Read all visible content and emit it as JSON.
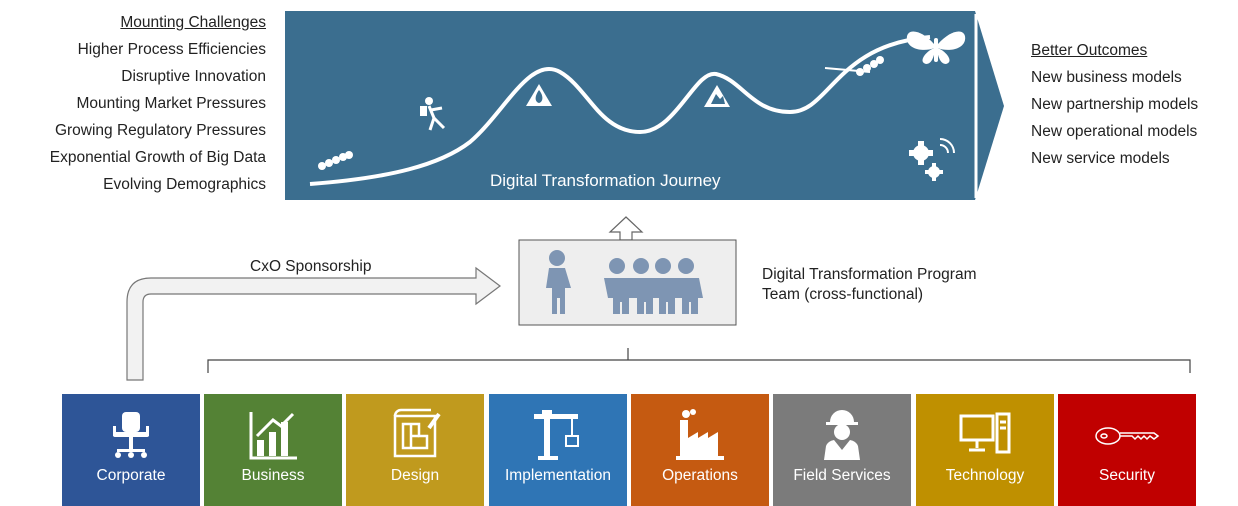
{
  "challenges": {
    "heading": "Mounting Challenges",
    "items": [
      "Higher Process Efficiencies",
      "Disruptive Innovation",
      "Mounting Market Pressures",
      "Growing Regulatory Pressures",
      "Exponential Growth of Big Data",
      "Evolving Demographics"
    ]
  },
  "outcomes": {
    "heading": "Better Outcomes",
    "items": [
      "New business models",
      "New partnership models",
      "New operational models",
      "New service models"
    ]
  },
  "journey": {
    "label": "Digital Transformation Journey"
  },
  "sponsorship": {
    "label": "CxO Sponsorship"
  },
  "team": {
    "line1": "Digital Transformation Program",
    "line2": "Team (cross-functional)"
  },
  "departments": [
    {
      "label": "Corporate",
      "icon": "office-chair-icon",
      "color": "#2e5597"
    },
    {
      "label": "Business",
      "icon": "bar-chart-icon",
      "color": "#548235"
    },
    {
      "label": "Design",
      "icon": "blueprint-icon",
      "color": "#c09a1e"
    },
    {
      "label": "Implementation",
      "icon": "crane-icon",
      "color": "#2f75b5"
    },
    {
      "label": "Operations",
      "icon": "factory-icon",
      "color": "#c55a11"
    },
    {
      "label": "Field Services",
      "icon": "worker-icon",
      "color": "#7b7b7b"
    },
    {
      "label": "Technology",
      "icon": "computer-icon",
      "color": "#bf9000"
    },
    {
      "label": "Security",
      "icon": "key-icon",
      "color": "#c00000"
    }
  ]
}
